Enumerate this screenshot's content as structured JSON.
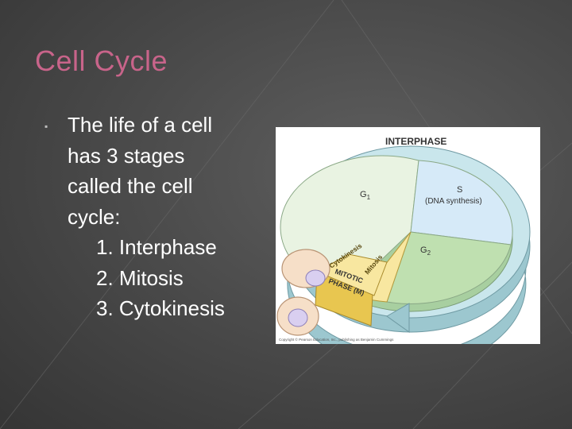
{
  "slide": {
    "title": "Cell Cycle",
    "bullet_text": [
      "The life of a cell",
      "has 3 stages",
      "called the cell",
      "cycle:"
    ],
    "stages": [
      "1. Interphase",
      "2. Mitosis",
      "3. Cytokinesis"
    ]
  },
  "diagram": {
    "interphase_label": "INTERPHASE",
    "g1_label": "G",
    "g1_sub": "1",
    "s_label": "S",
    "s_desc": "(DNA synthesis)",
    "g2_label": "G",
    "g2_sub": "2",
    "cytokinesis_label": "Cytokinesis",
    "mitosis_label": "Mitosis",
    "mitotic_line1": "MITOTIC",
    "mitotic_line2": "PHASE (M)",
    "copyright": "Copyright © Pearson Education, Inc., publishing as Benjamin Cummings"
  },
  "colors": {
    "title": "#c8648a",
    "g1_fill": "#e9f3e2",
    "s_fill": "#d6eaf8",
    "g2_fill": "#bfe0b0",
    "ring_top": "#c9e6ec",
    "ring_side": "#9cc7cf",
    "mitotic_fill": "#f8e7a0",
    "mitotic_side": "#e8c650"
  }
}
